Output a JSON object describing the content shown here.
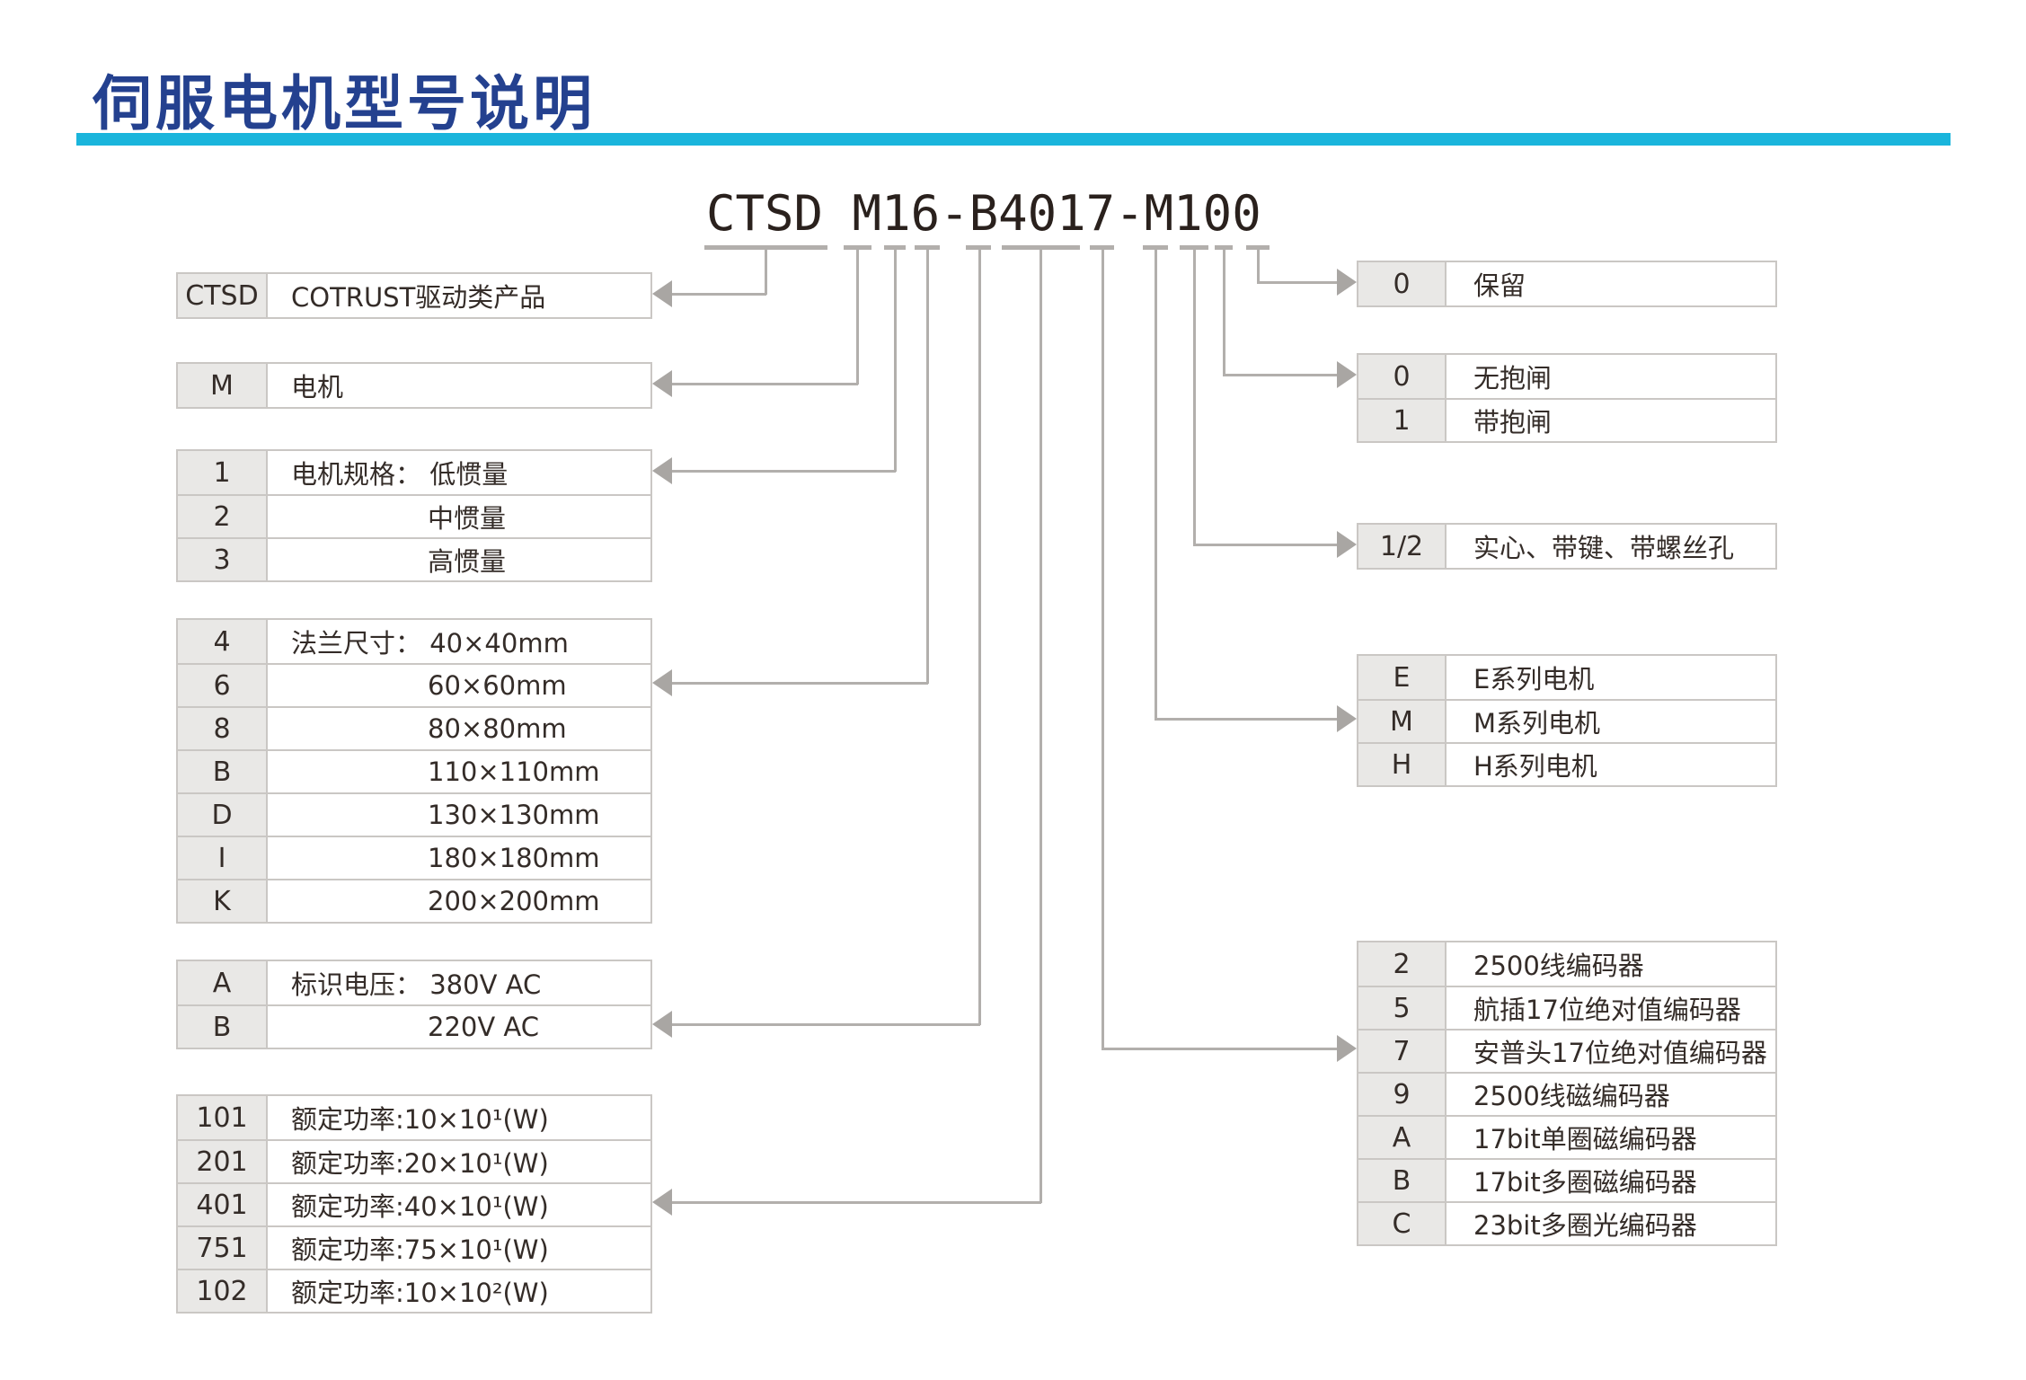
{
  "title": "伺服电机型号说明",
  "model_code": "CTSD M16-B4017-M100",
  "left_tables": [
    {
      "name": "product-family",
      "rows": [
        {
          "key": "CTSD",
          "value": "COTRUST驱动类产品"
        }
      ]
    },
    {
      "name": "device-type",
      "rows": [
        {
          "key": "M",
          "value": "电机"
        }
      ]
    },
    {
      "name": "motor-spec",
      "rows": [
        {
          "key": "1",
          "value": "电机规格： 低惯量"
        },
        {
          "key": "2",
          "value": "中惯量"
        },
        {
          "key": "3",
          "value": "高惯量"
        }
      ]
    },
    {
      "name": "flange-size",
      "rows": [
        {
          "key": "4",
          "value": "法兰尺寸： 40×40mm"
        },
        {
          "key": "6",
          "value": "60×60mm"
        },
        {
          "key": "8",
          "value": "80×80mm"
        },
        {
          "key": "B",
          "value": "110×110mm"
        },
        {
          "key": "D",
          "value": "130×130mm"
        },
        {
          "key": "I",
          "value": "180×180mm"
        },
        {
          "key": "K",
          "value": "200×200mm"
        }
      ]
    },
    {
      "name": "rated-voltage",
      "rows": [
        {
          "key": "A",
          "value": "标识电压： 380V AC"
        },
        {
          "key": "B",
          "value": "220V AC"
        }
      ]
    },
    {
      "name": "rated-power",
      "rows": [
        {
          "key": "101",
          "value": "额定功率:10×10¹(W)"
        },
        {
          "key": "201",
          "value": "额定功率:20×10¹(W)"
        },
        {
          "key": "401",
          "value": "额定功率:40×10¹(W)"
        },
        {
          "key": "751",
          "value": "额定功率:75×10¹(W)"
        },
        {
          "key": "102",
          "value": "额定功率:10×10²(W)"
        }
      ]
    }
  ],
  "right_tables": [
    {
      "name": "reserved",
      "rows": [
        {
          "key": "0",
          "value": "保留"
        }
      ]
    },
    {
      "name": "brake",
      "rows": [
        {
          "key": "0",
          "value": "无抱闸"
        },
        {
          "key": "1",
          "value": "带抱闸"
        }
      ]
    },
    {
      "name": "shaft-type",
      "rows": [
        {
          "key": "1/2",
          "value": "实心、带键、带螺丝孔"
        }
      ]
    },
    {
      "name": "motor-series",
      "rows": [
        {
          "key": "E",
          "value": "E系列电机"
        },
        {
          "key": "M",
          "value": "M系列电机"
        },
        {
          "key": "H",
          "value": "H系列电机"
        }
      ]
    },
    {
      "name": "encoder-type",
      "rows": [
        {
          "key": "2",
          "value": "2500线编码器"
        },
        {
          "key": "5",
          "value": "航插17位绝对值编码器"
        },
        {
          "key": "7",
          "value": "安普头17位绝对值编码器"
        },
        {
          "key": "9",
          "value": "2500线磁编码器"
        },
        {
          "key": "A",
          "value": "17bit单圈磁编码器"
        },
        {
          "key": "B",
          "value": "17bit多圈磁编码器"
        },
        {
          "key": "C",
          "value": "23bit多圈光编码器"
        }
      ]
    }
  ],
  "colors": {
    "title_text": "#24418f",
    "accent_bar": "#1ab5dc",
    "leader_line": "#b2afac",
    "arrowhead": "#a9a6a3",
    "table_border": "#cac7c4",
    "key_cell_bg": "#e9e8e6",
    "body_text": "#342c28"
  }
}
